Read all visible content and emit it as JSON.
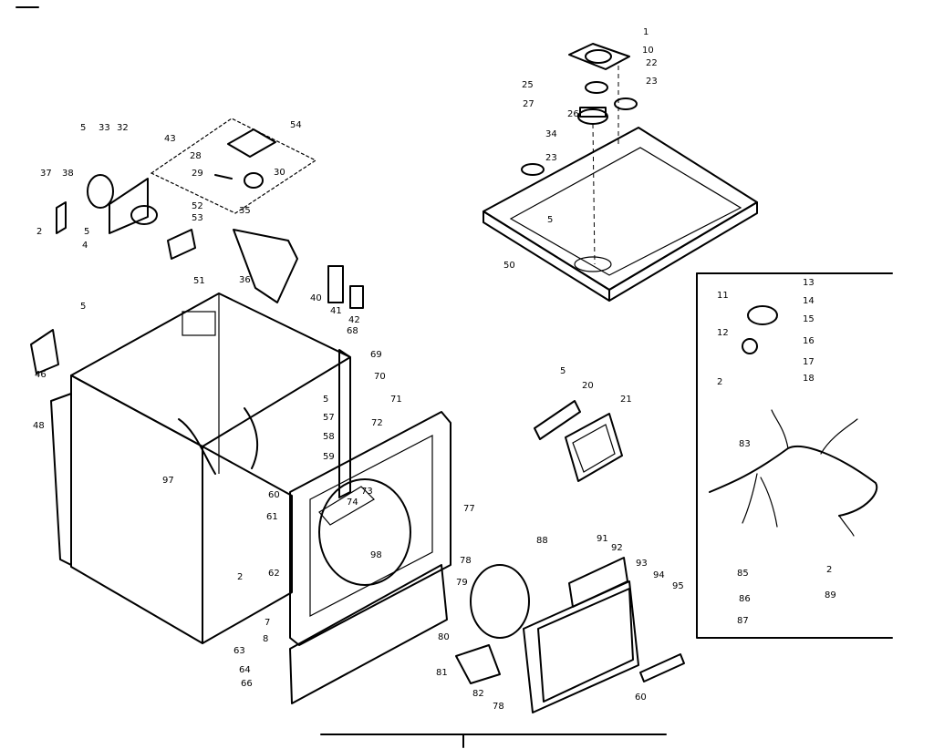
{
  "diagram": {
    "callouts": [
      "1",
      "10",
      "22",
      "23",
      "25",
      "27",
      "26",
      "34",
      "23",
      "5",
      "50",
      "54",
      "43",
      "28",
      "29",
      "30",
      "33",
      "32",
      "5",
      "37",
      "38",
      "2",
      "5",
      "4",
      "52",
      "53",
      "51",
      "35",
      "36",
      "40",
      "41",
      "42",
      "5",
      "46",
      "48",
      "68",
      "69",
      "70",
      "5",
      "71",
      "57",
      "58",
      "59",
      "72",
      "73",
      "74",
      "97",
      "60",
      "61",
      "62",
      "2",
      "7",
      "8",
      "63",
      "64",
      "66",
      "77",
      "98",
      "5",
      "20",
      "21",
      "88",
      "91",
      "92",
      "93",
      "94",
      "95",
      "78",
      "79",
      "80",
      "81",
      "82",
      "78",
      "60",
      "13",
      "14",
      "15",
      "16",
      "17",
      "18",
      "11",
      "12",
      "2",
      "83",
      "85",
      "86",
      "87",
      "2",
      "89"
    ]
  }
}
